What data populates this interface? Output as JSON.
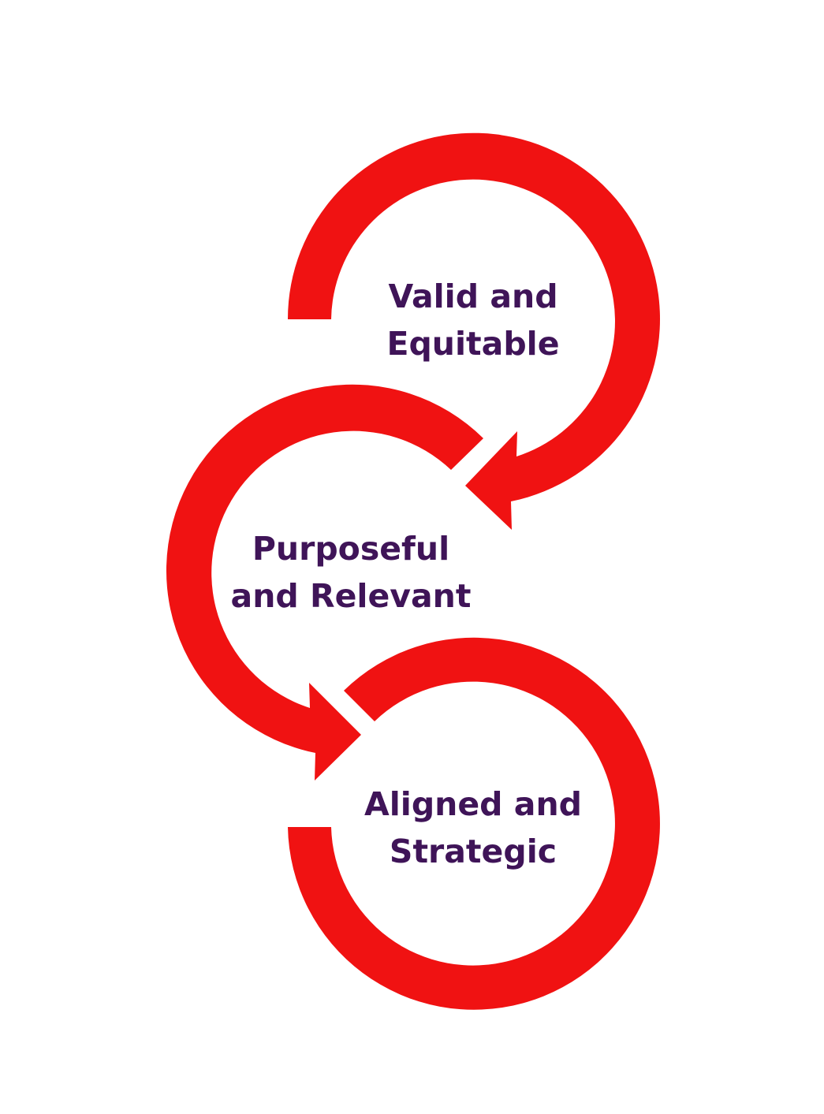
{
  "colors": {
    "arrow": "#f01212",
    "text": "#3f1458",
    "background": "#ffffff"
  },
  "nodes": [
    {
      "line1": "Valid and",
      "line2": "Equitable"
    },
    {
      "line1": "Purposeful",
      "line2": "and Relevant"
    },
    {
      "line1": "Aligned and",
      "line2": "Strategic"
    }
  ]
}
